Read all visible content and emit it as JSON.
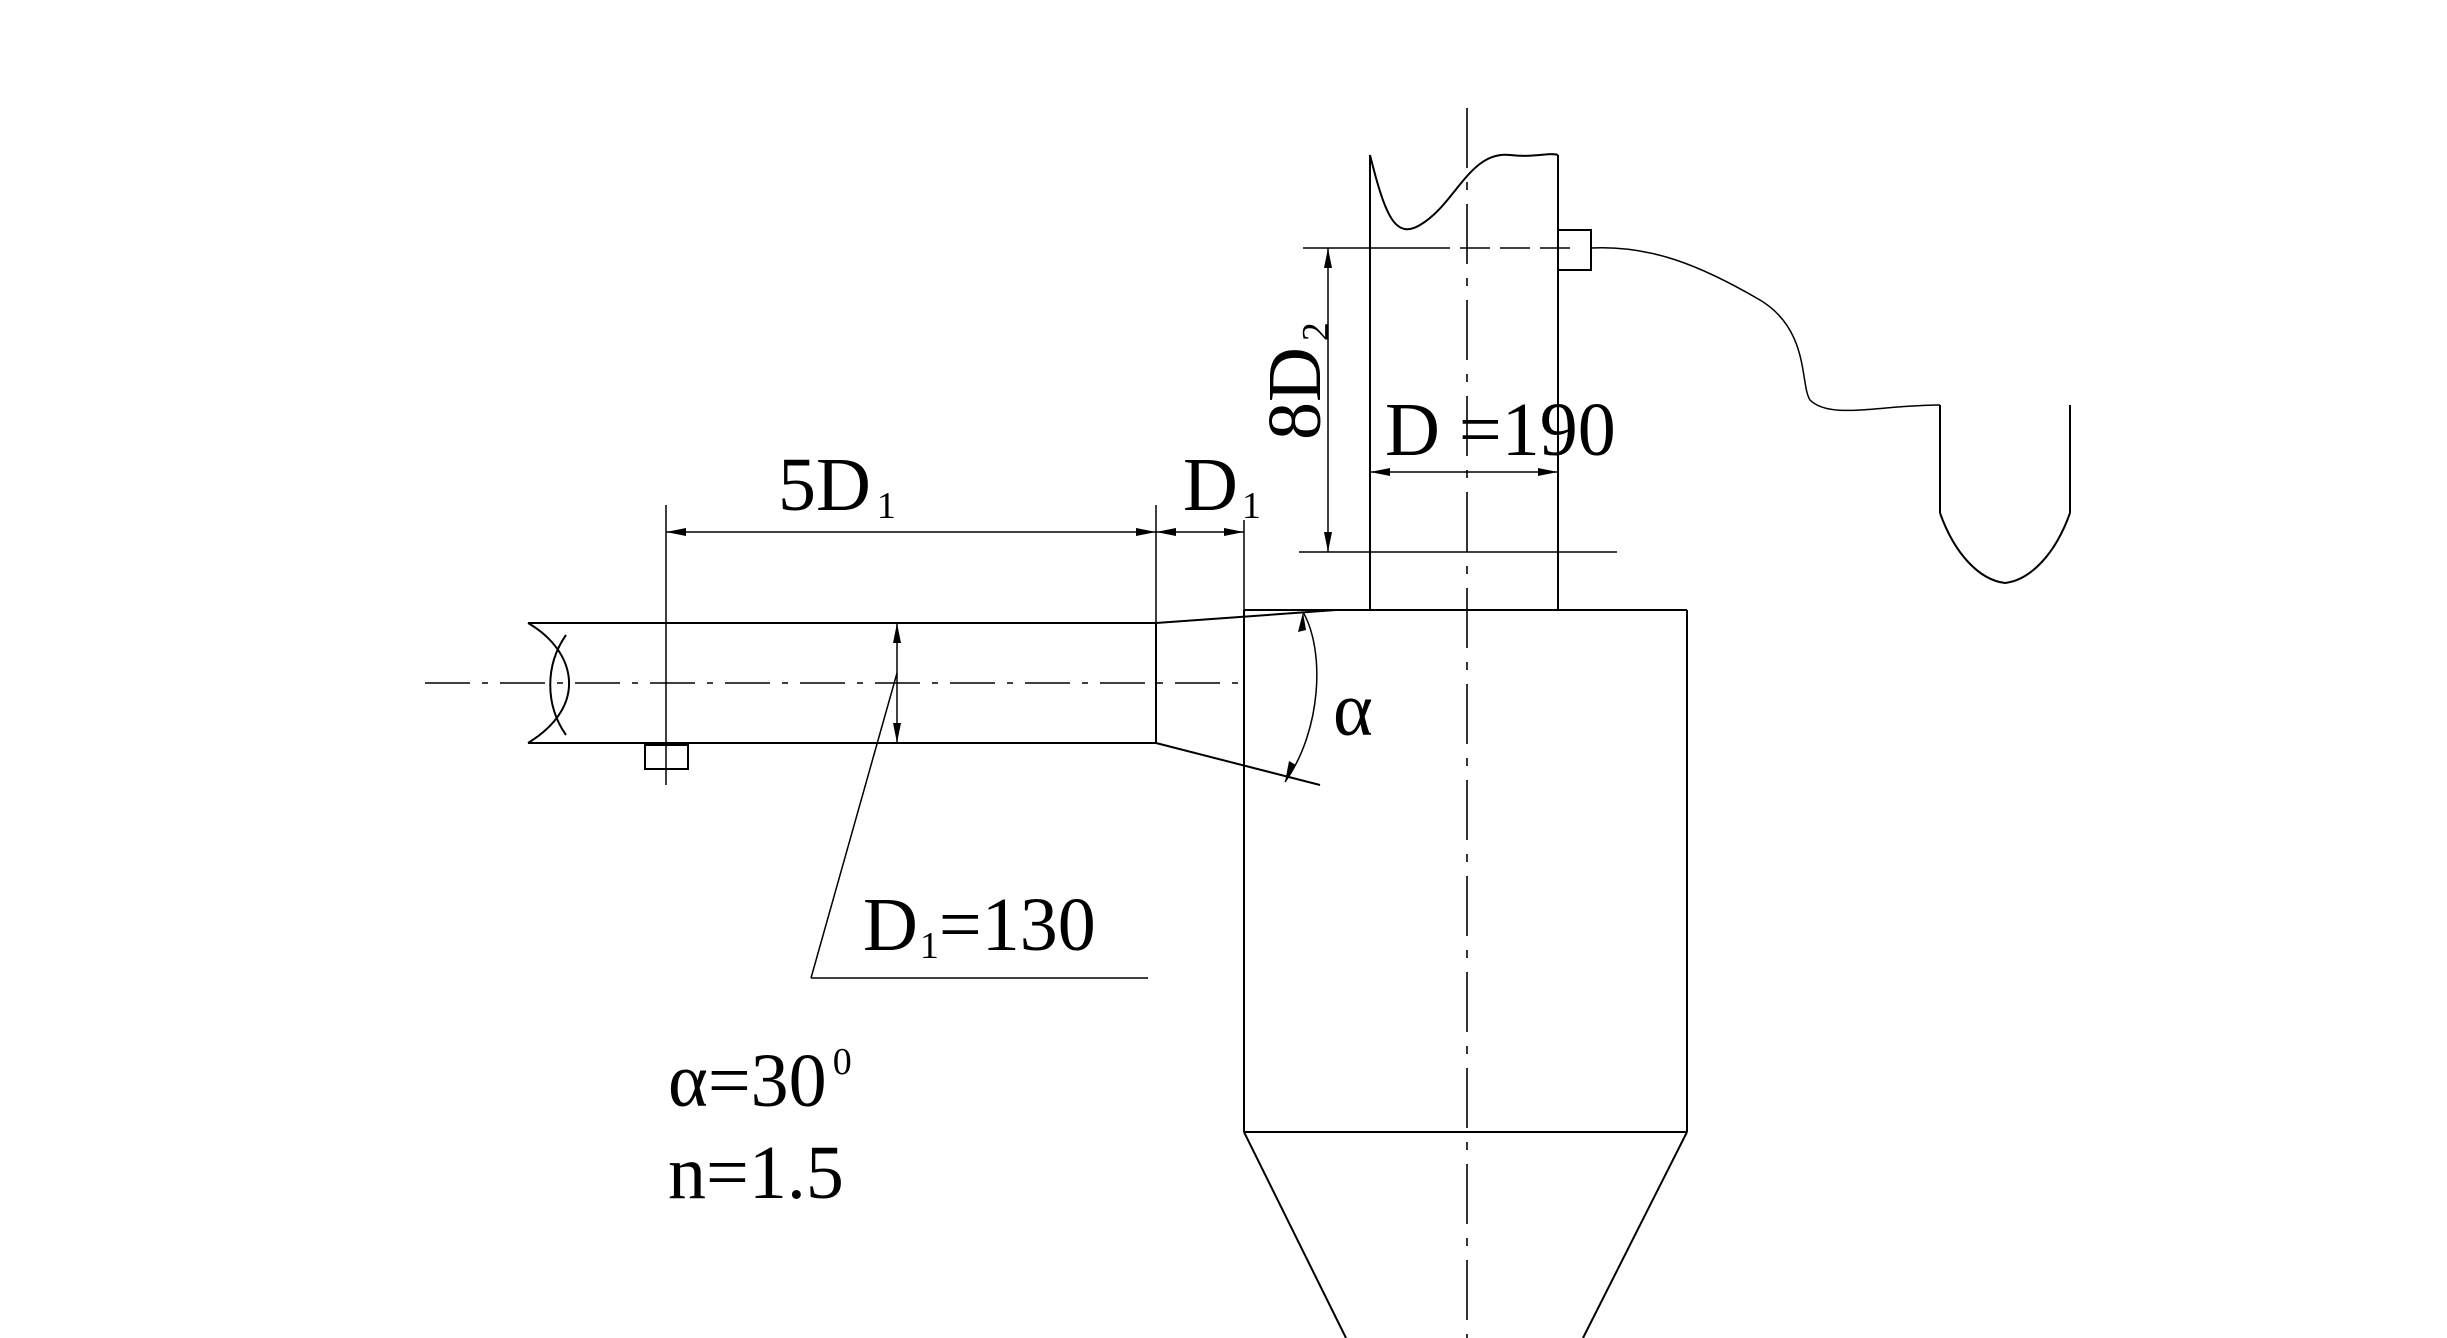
{
  "labels": {
    "five_d1": {
      "main": "5D",
      "sub": "1"
    },
    "d1_dim": {
      "main": "D",
      "sub": "1"
    },
    "eight_d2": {
      "main": "8D",
      "sub": "2"
    },
    "d_190": "D =190",
    "alpha_symbol": "α",
    "d1_130": {
      "main": "D",
      "sub": "1",
      "rest": "=130"
    },
    "alpha_30": {
      "main": "α=30",
      "sup": "0"
    },
    "n_value": "n=1.5"
  }
}
